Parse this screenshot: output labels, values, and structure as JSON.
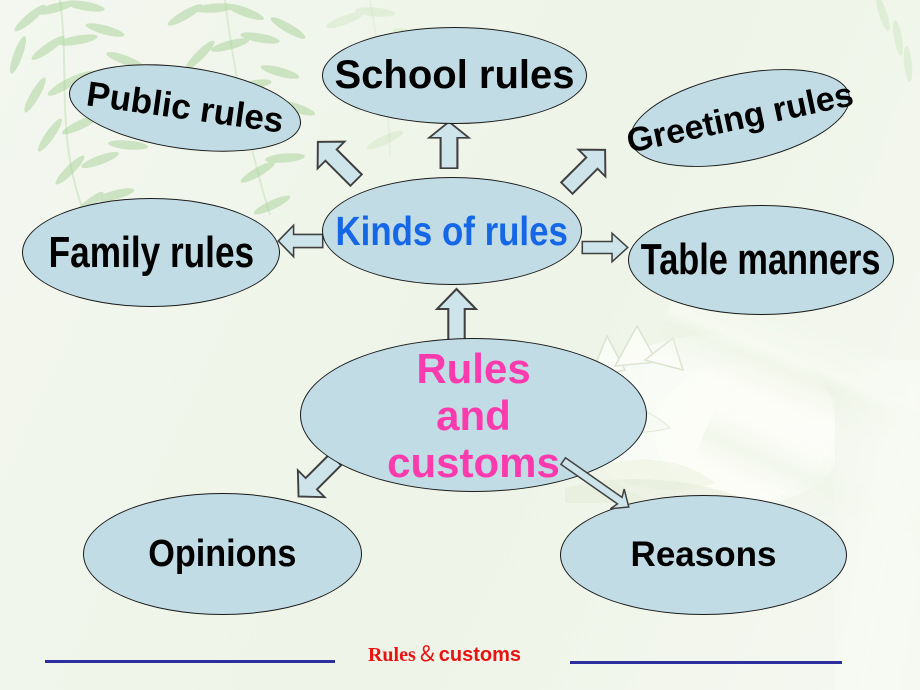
{
  "slide": {
    "colors": {
      "background": "#f0f5e9",
      "node_fill": "#c1dce5",
      "node_border": "#1b1b1b",
      "arrow_fill": "#cde4eb",
      "arrow_border": "#404040",
      "kinds_text_blue": "#1667e6",
      "root_text_magenta": "#fb3bad",
      "footer_text_red": "#e81414",
      "footer_line_navy": "#2d2d9f",
      "leaf_green": "#a9d29a"
    },
    "nodes": {
      "public_rules": {
        "label": "Public rules"
      },
      "school_rules": {
        "label": "School rules"
      },
      "greeting_rules": {
        "label": "Greeting rules"
      },
      "kinds_of_rules": {
        "label": "Kinds of rules"
      },
      "family_rules": {
        "label": "Family rules"
      },
      "table_manners": {
        "label": "Table manners"
      },
      "rules_customs": {
        "line1": "Rules",
        "line2": "and",
        "line3": "customs"
      },
      "opinions": {
        "label": "Opinions"
      },
      "reasons": {
        "label": "Reasons"
      }
    },
    "footer": {
      "word_serif": "Rules",
      "ampersand": "＆",
      "word_sans": "customs"
    }
  }
}
